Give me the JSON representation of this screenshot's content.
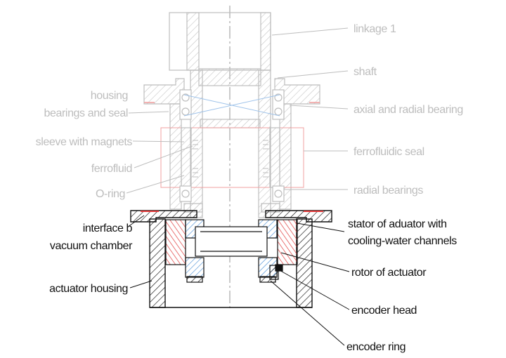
{
  "labels": {
    "linkage": "linkage 1",
    "shaft": "shaft",
    "housing": "housing",
    "bearings_and_seal": "bearings and seal",
    "axial_radial_bearing": "axial and radial bearing",
    "sleeve_with_magnets": "sleeve with magnets",
    "ferrofluidic_seal": "ferrofluidic seal",
    "ferrofluid": "ferrofluid",
    "o_ring": "O-ring",
    "radial_bearings": "radial bearings",
    "interface_line1": "interface b",
    "interface_line2": "vacuum chamber",
    "stator_line1": "stator of aduator with",
    "stator_line2": "cooling-water channels",
    "rotor": "rotor of actuator",
    "actuator_housing": "actuator housing",
    "encoder_head": "encoder head",
    "encoder_ring": "encoder ring"
  },
  "colors": {
    "upper_assembly": "#bdbdbd",
    "lower_assembly": "#111111",
    "stator_hatch": "#e03a3a",
    "rotor_hatch": "#4a8fd6",
    "seal_outline": "#f0a0a0",
    "bearing_cross": "#9fc3ea"
  }
}
